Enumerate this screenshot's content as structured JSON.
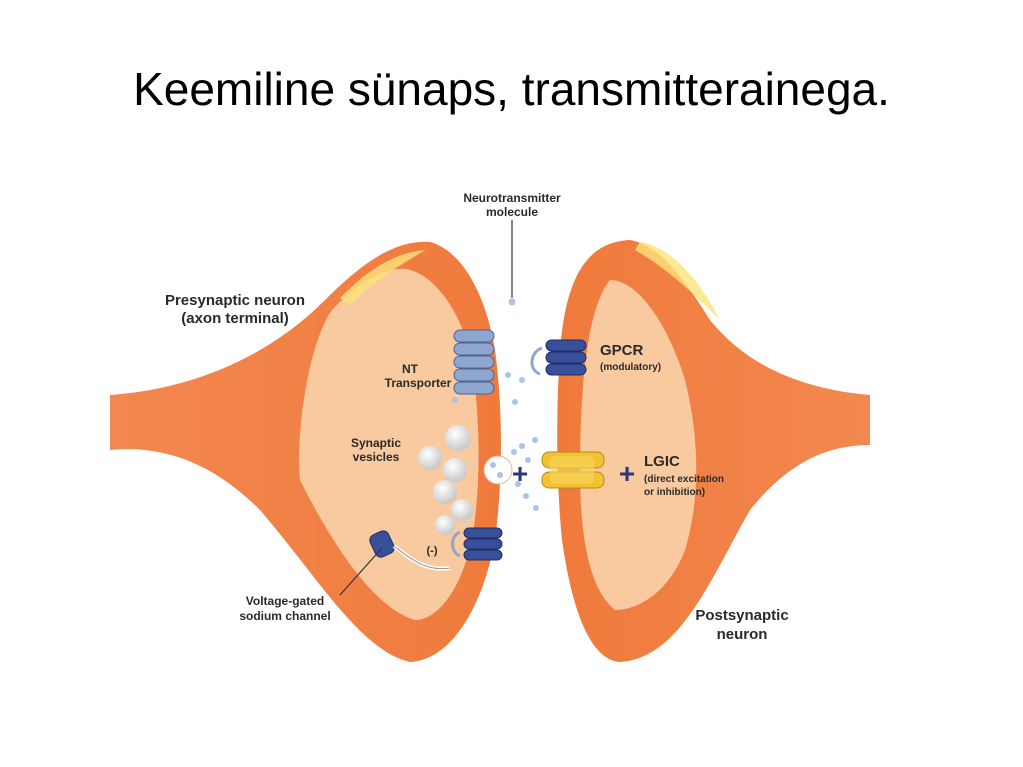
{
  "slide": {
    "title": "Keemiline sünaps, transmitterainega."
  },
  "diagram": {
    "labels": {
      "neurotransmitter_line1": "Neurotransmitter",
      "neurotransmitter_line2": "molecule",
      "presynaptic_line1": "Presynaptic neuron",
      "presynaptic_line2": "(axon terminal)",
      "nt_transporter_line1": "NT",
      "nt_transporter_line2": "Transporter",
      "vesicles_line1": "Synaptic",
      "vesicles_line2": "vesicles",
      "gpcr": "GPCR",
      "gpcr_sub": "(modulatory)",
      "lgic": "LGIC",
      "lgic_sub1": "(direct excitation",
      "lgic_sub2": "or inhibition)",
      "vgsc_line1": "Voltage-gated",
      "vgsc_line2": "sodium channel",
      "postsynaptic_line1": "Postsynaptic",
      "postsynaptic_line2": "neuron",
      "plus_left": "+",
      "plus_right": "+",
      "minus": "(-)"
    },
    "colors": {
      "membrane_orange": "#f0844a",
      "cytoplasm_peach": "#f9c9a0",
      "highlight_yellow": "#fde37a",
      "receptor_blue": "#3a4f9a",
      "transporter_blue": "#8fa6cf",
      "lgic_yellow": "#f3c233"
    }
  }
}
